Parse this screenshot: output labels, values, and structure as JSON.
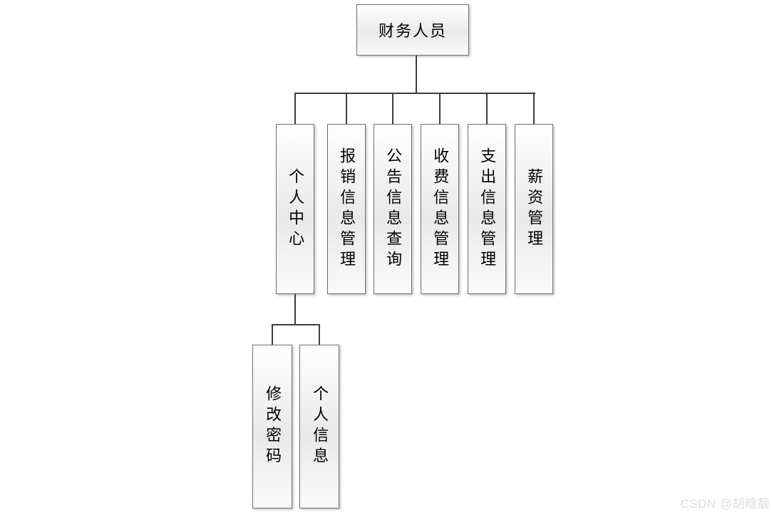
{
  "diagram": {
    "type": "hierarchy-flowchart",
    "root": {
      "label": "财务人员"
    },
    "level1": [
      {
        "label": "个人中心"
      },
      {
        "label": "报销信息管理"
      },
      {
        "label": "公告信息查询"
      },
      {
        "label": "收费信息管理"
      },
      {
        "label": "支出信息管理"
      },
      {
        "label": "薪资管理"
      }
    ],
    "level2_parent_label": "个人中心",
    "level2": [
      {
        "label": "修改密码"
      },
      {
        "label": "个人信息"
      }
    ]
  },
  "watermark": {
    "text": "CSDN @胡晗靓"
  },
  "colors": {
    "connector": "#3c3c3c",
    "node_border": "#6f6f6f",
    "node_fill_top": "#ffffff",
    "node_fill_mid": "#e9e9e9",
    "watermark": "#dcdcdc"
  }
}
